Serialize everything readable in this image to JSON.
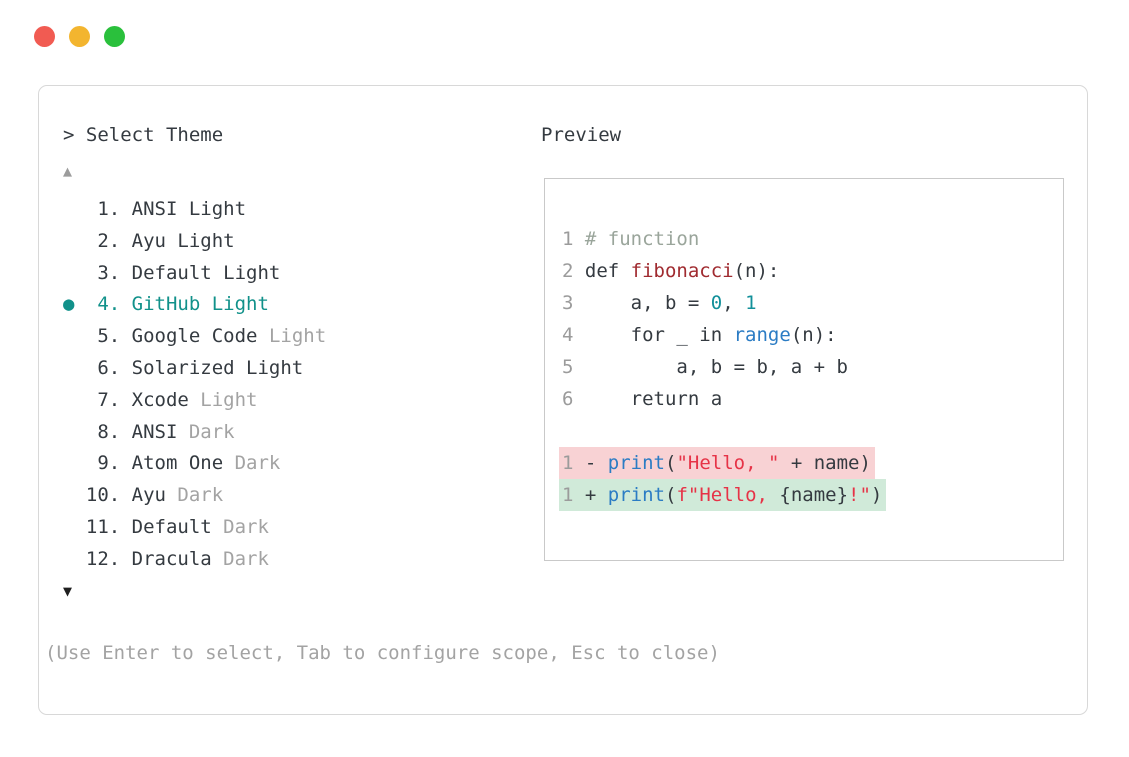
{
  "window_controls": {
    "close_color": "#f15b52",
    "minimize_color": "#f3b52f",
    "zoom_color": "#2ac03c"
  },
  "prompt": {
    "label": "> Select Theme"
  },
  "scroll": {
    "up_glyph": "▲",
    "down_glyph": "▼"
  },
  "selection": {
    "bullet_glyph": "●",
    "accent_color": "#11918a"
  },
  "themes": [
    {
      "number": " 1.",
      "main": "ANSI Light",
      "muted": "",
      "selected": false
    },
    {
      "number": " 2.",
      "main": "Ayu Light",
      "muted": "",
      "selected": false
    },
    {
      "number": " 3.",
      "main": "Default Light",
      "muted": "",
      "selected": false
    },
    {
      "number": " 4.",
      "main": "GitHub Light",
      "muted": "",
      "selected": true
    },
    {
      "number": " 5.",
      "main": "Google Code ",
      "muted": "Light",
      "selected": false
    },
    {
      "number": " 6.",
      "main": "Solarized Light",
      "muted": "",
      "selected": false
    },
    {
      "number": " 7.",
      "main": "Xcode ",
      "muted": "Light",
      "selected": false
    },
    {
      "number": " 8.",
      "main": "ANSI ",
      "muted": "Dark",
      "selected": false
    },
    {
      "number": " 9.",
      "main": "Atom One ",
      "muted": "Dark",
      "selected": false
    },
    {
      "number": "10.",
      "main": "Ayu ",
      "muted": "Dark",
      "selected": false
    },
    {
      "number": "11.",
      "main": "Default ",
      "muted": "Dark",
      "selected": false
    },
    {
      "number": "12.",
      "main": "Dracula ",
      "muted": "Dark",
      "selected": false
    }
  ],
  "preview": {
    "label": "Preview",
    "palette": {
      "plain": "#343a40",
      "comment": "#9aa59b",
      "func": "#a02b30",
      "number": "#12909a",
      "builtin": "#2b7cc4",
      "string": "#e63347"
    },
    "diff_backgrounds": {
      "removed": "#f8d2d4",
      "added": "#d0ead9"
    },
    "code_lines": [
      {
        "num": "1",
        "bg": "",
        "tokens": [
          [
            "comment",
            "# function"
          ]
        ]
      },
      {
        "num": "2",
        "bg": "",
        "tokens": [
          [
            "plain",
            "def "
          ],
          [
            "func",
            "fibonacci"
          ],
          [
            "plain",
            "(n):"
          ]
        ]
      },
      {
        "num": "3",
        "bg": "",
        "tokens": [
          [
            "plain",
            "    a, b = "
          ],
          [
            "number",
            "0"
          ],
          [
            "plain",
            ", "
          ],
          [
            "number",
            "1"
          ]
        ]
      },
      {
        "num": "4",
        "bg": "",
        "tokens": [
          [
            "plain",
            "    for _ in "
          ],
          [
            "builtin",
            "range"
          ],
          [
            "plain",
            "(n):"
          ]
        ]
      },
      {
        "num": "5",
        "bg": "",
        "tokens": [
          [
            "plain",
            "        a, b = b, a + b"
          ]
        ]
      },
      {
        "num": "6",
        "bg": "",
        "tokens": [
          [
            "plain",
            "    return a"
          ]
        ]
      },
      {
        "num": "",
        "bg": "",
        "tokens": []
      },
      {
        "num": "1",
        "bg": "removed",
        "tokens": [
          [
            "plain",
            "- "
          ],
          [
            "builtin",
            "print"
          ],
          [
            "plain",
            "("
          ],
          [
            "string",
            "\"Hello, \""
          ],
          [
            "plain",
            " + name)"
          ]
        ]
      },
      {
        "num": "1",
        "bg": "added",
        "tokens": [
          [
            "plain",
            "+ "
          ],
          [
            "builtin",
            "print"
          ],
          [
            "plain",
            "("
          ],
          [
            "string",
            "f\"Hello, "
          ],
          [
            "plain",
            "{name}"
          ],
          [
            "string",
            "!\""
          ],
          [
            "plain",
            ")"
          ]
        ]
      }
    ]
  },
  "help": {
    "text": "(Use Enter to select, Tab to configure scope, Esc to close)"
  }
}
